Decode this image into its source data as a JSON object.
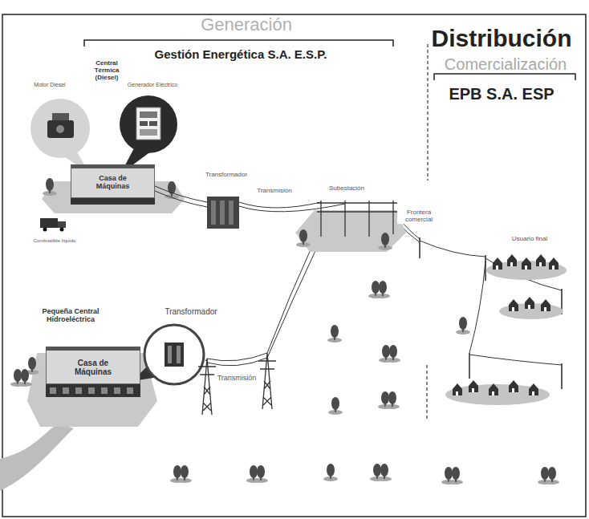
{
  "diagram": {
    "nodes": [
      {
        "text": [
          "Casa de Máquinas"
        ]
      },
      {
        "text": [
          "Casa de Máquinas"
        ]
      }
    ],
    "labels": [
      "Generación",
      "Gestión Energética S.A. E.S.P.",
      "Distribución",
      "Comercialización",
      "EPB S.A. ESP",
      "Motor Diesel",
      "Central Térmica (Diesel)",
      "Generador Eléctrico",
      "Combustible líquido",
      "Transformador",
      "Transmisión",
      "Subestación",
      "Frontera comercial",
      "Usuario final",
      "Pequeña Central Hidroeléctrica",
      "Transformador",
      "Transmisión"
    ]
  }
}
